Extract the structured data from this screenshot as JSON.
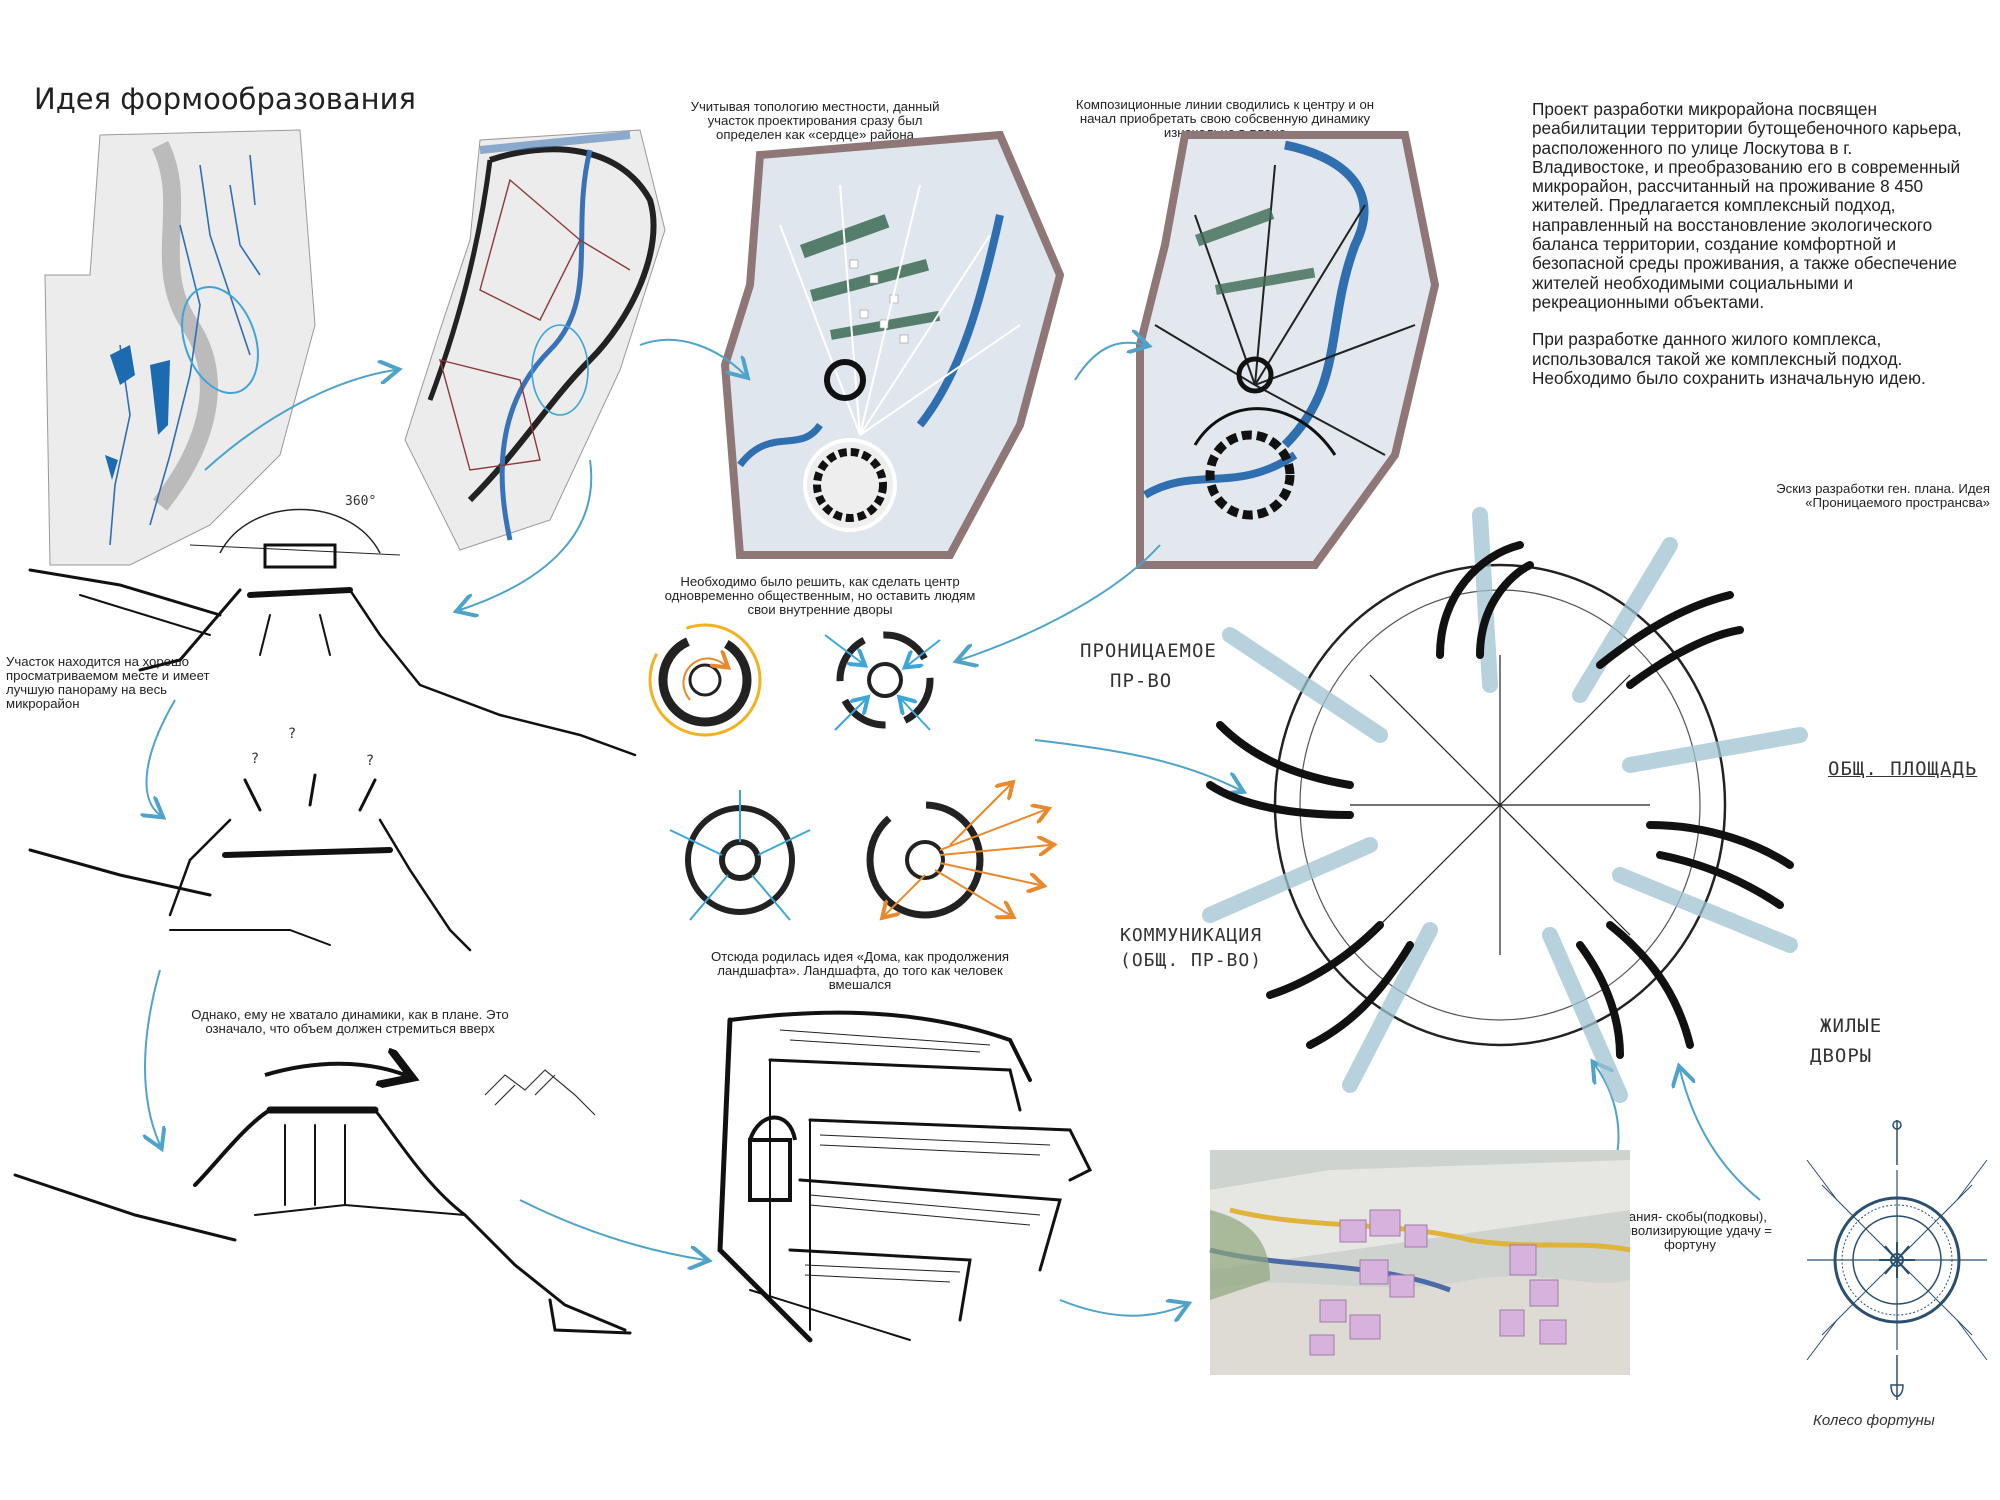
{
  "title": "Идея формообразования",
  "description": {
    "paragraph1": "Проект разработки микрорайона посвящен реабилитации территории бутощебеночного карьера, расположенного по улице Лоскутова в г. Владивостоке, и преобразованию его в современный микрорайон, рассчитанный на проживание 8 450 жителей. Предлагается комплексный подход, направленный на восстановление экологического баланса территории, создание комфортной и безопасной среды проживания, а также обеспечение жителей необходимыми социальными и рекреационными объектами.",
    "paragraph2": "При разработке данного жилого комплекса, использовался такой же комплексный подход. Необходимо было сохранить изначальную идею."
  },
  "notes": {
    "topology": "Учитывая топологию местности, данный участок проектирования сразу был определен как «сердце» района",
    "composition": "Композиционные линии сводились к центру и он начал приобретать свою собсвенную динамику изначально в плане",
    "site": "Участок находится на хорошо просматриваемом месте и имеет лучшую панораму на весь микрорайон",
    "center": "Необходимо было решить, как сделать центр одновременно общественным, но оставить людям свои внутренние дворы",
    "dynamics": "Однако, ему не хватало динамики, как в плане. Это означало, что объем должен стремиться вверх",
    "landscape": "Отсюда родилась идея «Дома, как продолжения ландшафта». Ландшафта, до того как человек вмешался",
    "sketch": "Эскиз разработки ген. плана. Идея «Проницаемого пространсва»",
    "buildings": "Здания- скобы(подковы), символизирующие удачу = фортуну",
    "wheel": "Колесо фортуны"
  },
  "sketch_labels": {
    "degrees": "360°",
    "permeable_1": "ПРОНИЦАЕМОЕ",
    "permeable_2": "ПР-ВО",
    "square": "ОБЩ. ПЛОЩАДЬ",
    "communication_1": "КОММУНИКАЦИЯ",
    "communication_2": "(ОБЩ. ПР-ВО)",
    "yards_1": "ЖИЛЫЕ",
    "yards_2": "ДВОРЫ"
  },
  "colors": {
    "arrow": "#4fa3c9",
    "river": "#2f6fb0",
    "accent_orange": "#e8892b",
    "accent_yellow": "#f2b21f",
    "accent_blue": "#3da6d6",
    "model_pink": "#d7b2dc"
  }
}
